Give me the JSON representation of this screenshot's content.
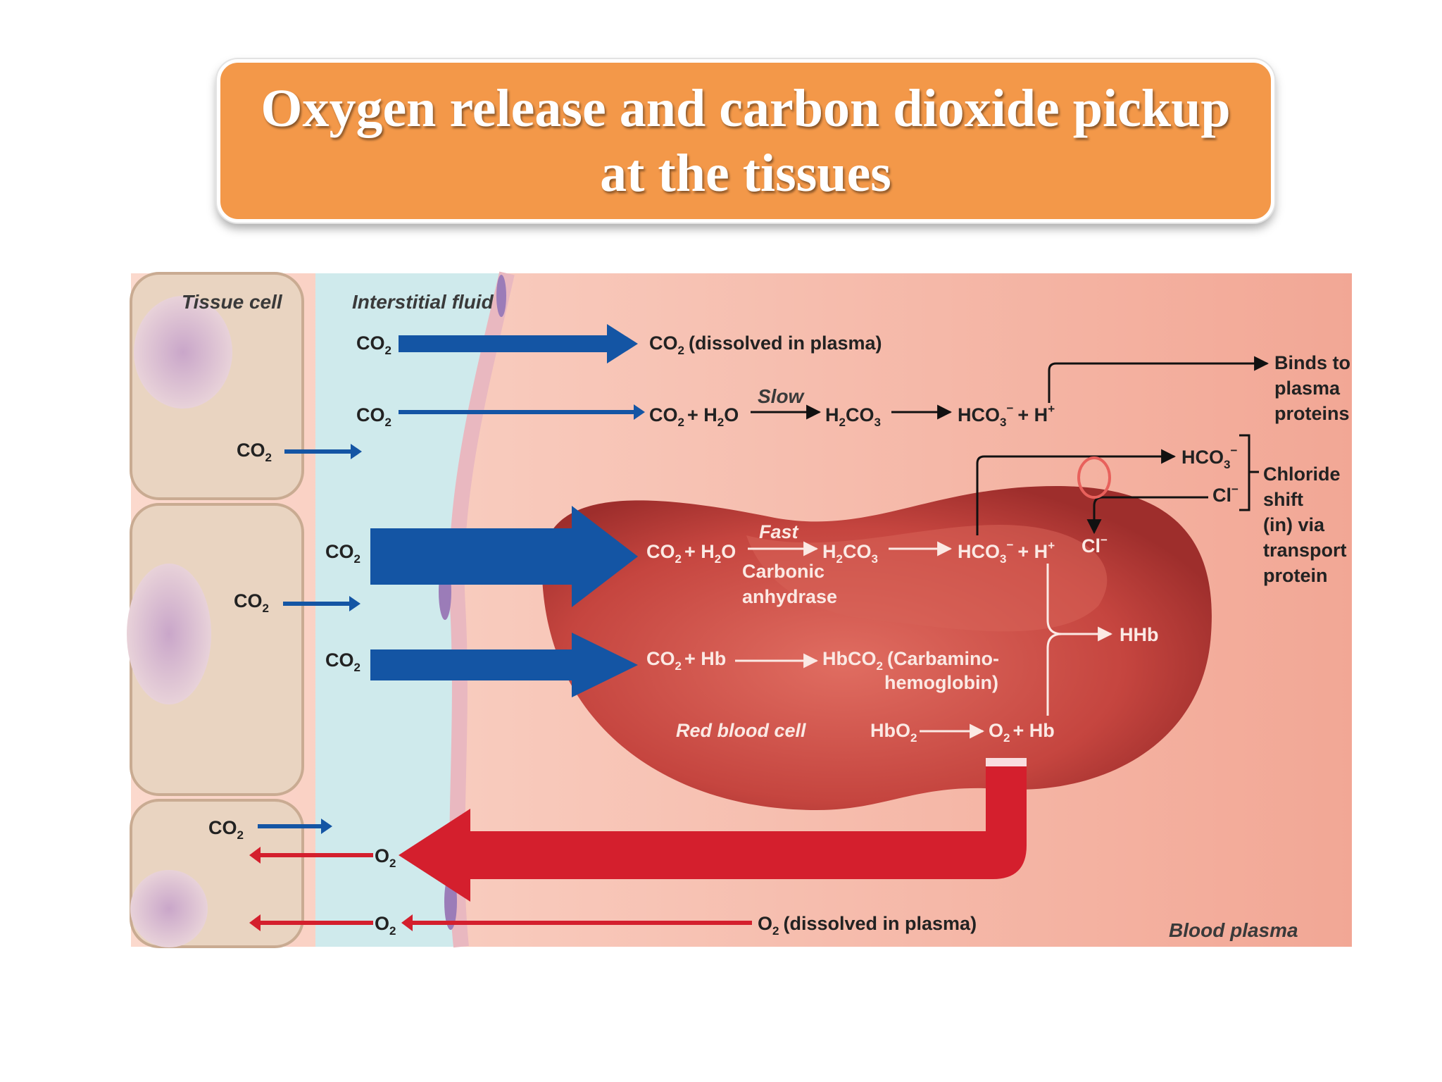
{
  "title": {
    "line1": "Oxygen release and carbon dioxide pickup",
    "line2": "at the tissues"
  },
  "regions": {
    "tissue_cell": "Tissue cell",
    "interstitial_fluid": "Interstitial fluid",
    "red_blood_cell": "Red blood cell",
    "blood_plasma": "Blood plasma"
  },
  "labels": {
    "co2": "CO",
    "co2_sub": "2",
    "o2": "O",
    "o2_sub": "2",
    "dissolved_co2": "(dissolved in plasma)",
    "dissolved_o2": "(dissolved in plasma)",
    "slow": "Slow",
    "fast": "Fast",
    "carbonic_anhydrase_1": "Carbonic",
    "carbonic_anhydrase_2": "anhydrase",
    "h2o": "H",
    "h2o_o": "O",
    "h2co3_h": "H",
    "h2co3_co": "CO",
    "h2co3_sub2": "2",
    "h2co3_sub3": "3",
    "hco3": "HCO",
    "hco3_sub": "3",
    "minus": "−",
    "plus_h": "+ H",
    "plus_sign": "+",
    "h2o_plus": "+ H",
    "binds_1": "Binds to",
    "binds_2": "plasma",
    "binds_3": "proteins",
    "chloride_1": "Chloride",
    "chloride_2": "shift",
    "chloride_3": "(in) via",
    "chloride_4": "transport",
    "chloride_5": "protein",
    "cl": "Cl",
    "hhb": "HHb",
    "co2_hb": "+ Hb",
    "hbco2": "HbCO",
    "carbamino_1": "(Carbamino-",
    "carbamino_2": "hemoglobin)",
    "hbo2": "HbO",
    "o2_hb": "+ Hb"
  },
  "colors": {
    "title_bg": "#f39849",
    "co2_arrow": "#1455a4",
    "o2_arrow": "#d41f2d",
    "plasma": "#f7c6b9",
    "interstitial": "#cfeaec",
    "rbc": "#c5453f"
  }
}
